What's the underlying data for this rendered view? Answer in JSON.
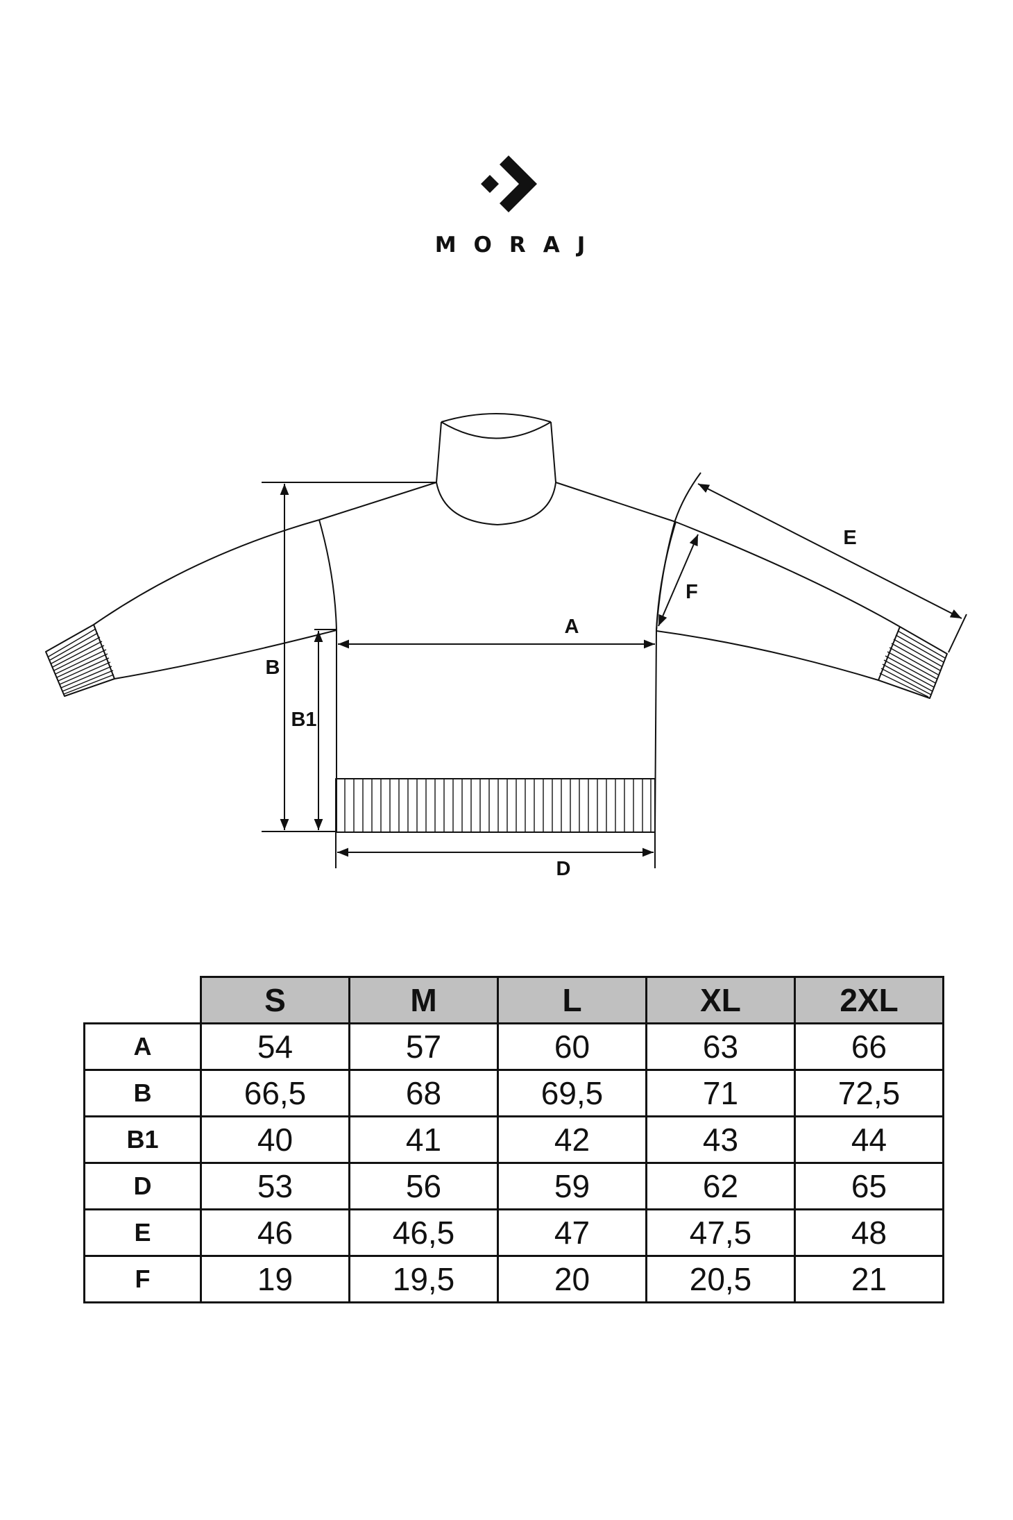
{
  "brand": {
    "name": "MORAJ",
    "logo_icon": "chevron-diamond-logo-icon"
  },
  "diagram": {
    "subject": "turtleneck sweater technical flat",
    "labels": {
      "A": "A",
      "B": "B",
      "B1": "B1",
      "D": "D",
      "E": "E",
      "F": "F"
    },
    "line_color": "#111111"
  },
  "size_table": {
    "header_bg": "#c0c0c0",
    "sizes": [
      "S",
      "M",
      "L",
      "XL",
      "2XL"
    ],
    "rows": [
      {
        "label": "A",
        "values": [
          "54",
          "57",
          "60",
          "63",
          "66"
        ]
      },
      {
        "label": "B",
        "values": [
          "66,5",
          "68",
          "69,5",
          "71",
          "72,5"
        ]
      },
      {
        "label": "B1",
        "values": [
          "40",
          "41",
          "42",
          "43",
          "44"
        ]
      },
      {
        "label": "D",
        "values": [
          "53",
          "56",
          "59",
          "62",
          "65"
        ]
      },
      {
        "label": "E",
        "values": [
          "46",
          "46,5",
          "47",
          "47,5",
          "48"
        ]
      },
      {
        "label": "F",
        "values": [
          "19",
          "19,5",
          "20",
          "20,5",
          "21"
        ]
      }
    ]
  }
}
